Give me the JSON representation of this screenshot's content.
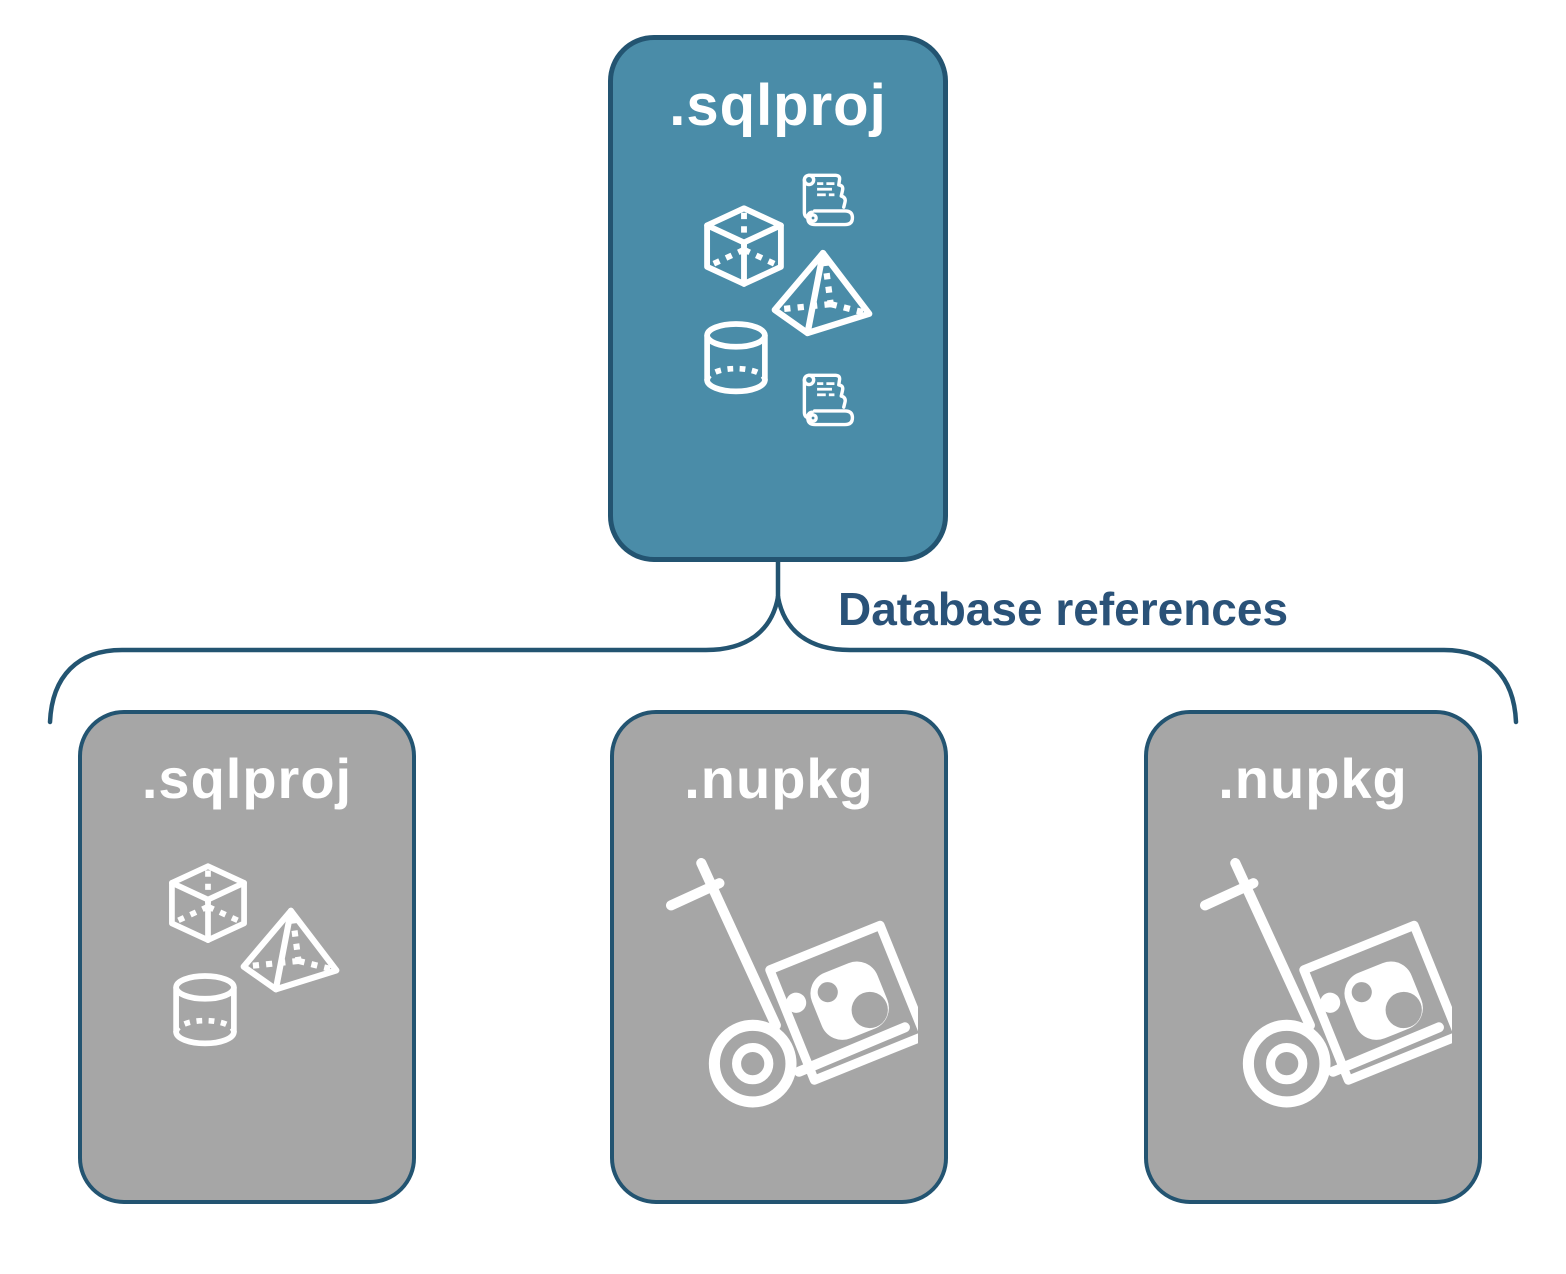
{
  "diagram": {
    "root": {
      "label": ".sqlproj",
      "icons": [
        "cube-icon",
        "script-scroll-icon",
        "pyramid-icon",
        "cylinder-icon",
        "script-scroll-icon"
      ]
    },
    "connector_label": "Database references",
    "children": [
      {
        "label": ".sqlproj",
        "icons": [
          "cube-icon",
          "pyramid-icon",
          "cylinder-icon"
        ]
      },
      {
        "label": ".nupkg",
        "icons": [
          "hand-truck-package-icon"
        ]
      },
      {
        "label": ".nupkg",
        "icons": [
          "hand-truck-package-icon"
        ]
      }
    ],
    "colors": {
      "root_fill": "#4A8CA8",
      "child_fill": "#A6A6A6",
      "border": "#235471",
      "connector": "#2A5278",
      "icon": "#FFFFFF",
      "background": "#FFFFFF"
    }
  }
}
